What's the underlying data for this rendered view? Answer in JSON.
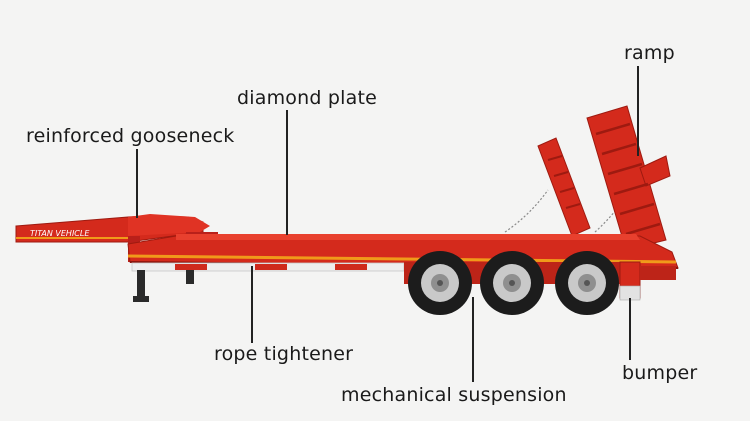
{
  "labels": {
    "reinforced_gooseneck": "reinforced gooseneck",
    "diamond_plate": "diamond plate",
    "ramp": "ramp",
    "rope_tightener": "rope tightener",
    "mechanical_suspension": "mechanical suspension",
    "bumper": "bumper"
  },
  "brand_text": "TITAN VEHICLE",
  "colors": {
    "frame_red": "#d42a1c",
    "frame_dark": "#9e1a10",
    "stripe_orange": "#f09a1a",
    "tire": "#1c1c1c",
    "rim": "#c9c9c9",
    "leader_line": "#222222",
    "background": "#f4f4f3"
  },
  "icons": [
    "trailer-illustration"
  ]
}
